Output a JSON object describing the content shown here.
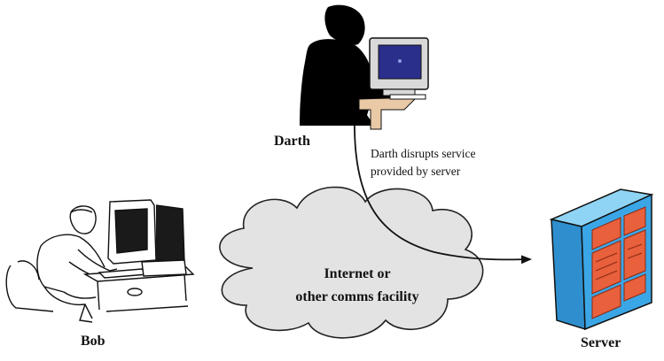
{
  "actors": {
    "darth": "Darth",
    "bob": "Bob",
    "server": "Server"
  },
  "annotation": {
    "line1": "Darth disrupts service",
    "line2": "provided by server"
  },
  "network": {
    "line1": "Internet or",
    "line2": "other comms facility"
  },
  "colors": {
    "cloud_fill": "#e3e3e3",
    "server_body": "#3aa6e6",
    "server_panel": "#e8603c",
    "monitor_screen": "#2b2f8c"
  },
  "icons": [
    "darth-at-computer-icon",
    "bob-at-computer-icon",
    "server-icon",
    "cloud-icon",
    "arrow-icon"
  ]
}
